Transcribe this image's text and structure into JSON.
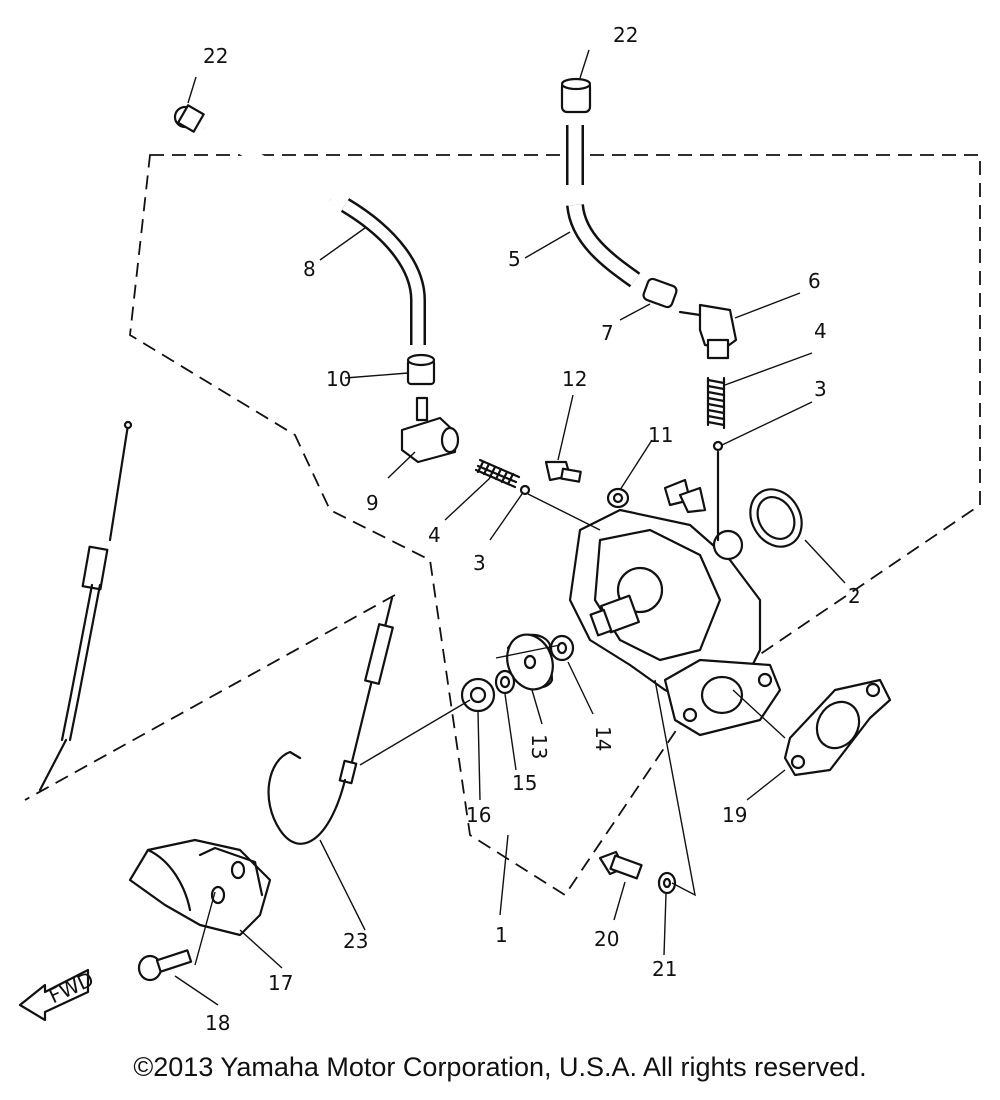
{
  "callouts": {
    "c1": "1",
    "c2": "2",
    "c3a": "3",
    "c3b": "3",
    "c4a": "4",
    "c4b": "4",
    "c5": "5",
    "c6": "6",
    "c7": "7",
    "c8": "8",
    "c9": "9",
    "c10": "10",
    "c11": "11",
    "c12": "12",
    "c13": "13",
    "c14": "14",
    "c15": "15",
    "c16": "16",
    "c17": "17",
    "c18": "18",
    "c19": "19",
    "c20": "20",
    "c21": "21",
    "c22a": "22",
    "c22b": "22",
    "c23": "23"
  },
  "fwd_arrow_label": "FWD",
  "copyright": "©2013 Yamaha Motor Corporation, U.S.A. All rights reserved."
}
